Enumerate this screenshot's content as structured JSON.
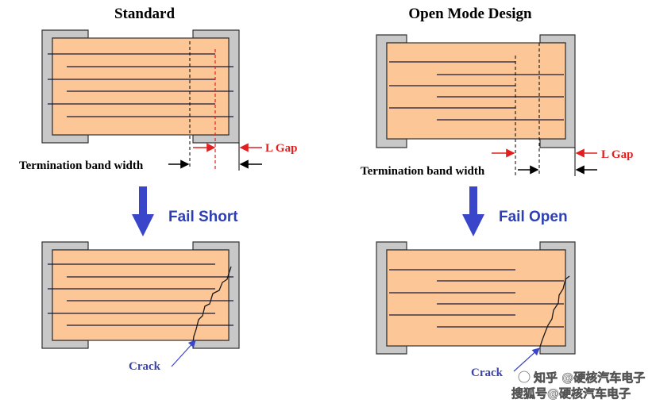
{
  "left": {
    "title": "Standard",
    "l_gap": "L Gap",
    "band_width": "Termination band width",
    "fail_label": "Fail Short",
    "crack_label": "Crack"
  },
  "right": {
    "title": "Open Mode Design",
    "l_gap": "L Gap",
    "band_width": "Termination band width",
    "fail_label": "Fail Open",
    "crack_label": "Crack"
  },
  "watermark": {
    "line1": "知乎 @硬核汽车电子",
    "line2": "搜狐号@硬核汽车电子"
  },
  "colors": {
    "body": "#fdc696",
    "termination": "#c8c8c8",
    "arrow": "#3a46c9",
    "dim_red": "#e02020",
    "fail_text": "#2d3fb8"
  }
}
